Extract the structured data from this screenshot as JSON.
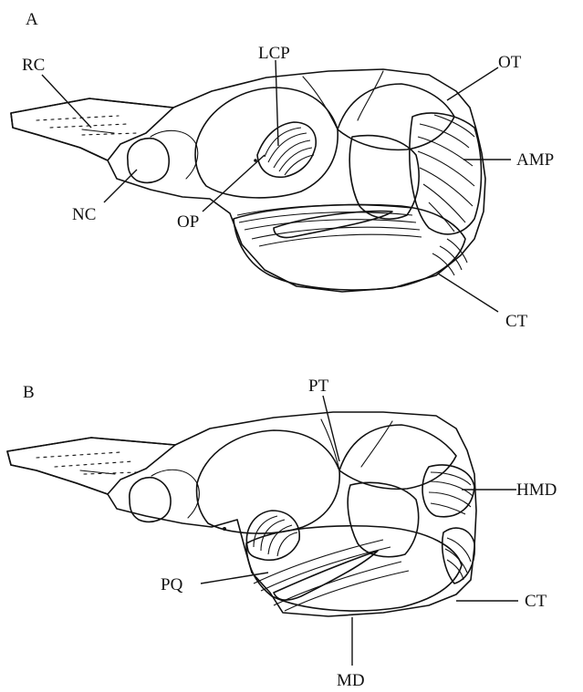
{
  "panels": [
    {
      "letter": "A",
      "labels": {
        "rc": "RC",
        "lcp": "LCP",
        "ot": "OT",
        "amp": "AMP",
        "nc": "NC",
        "op": "OP",
        "ct": "CT"
      }
    },
    {
      "letter": "B",
      "labels": {
        "pt": "PT",
        "hmd": "HMD",
        "pq": "PQ",
        "ct": "CT",
        "md": "MD"
      }
    }
  ]
}
